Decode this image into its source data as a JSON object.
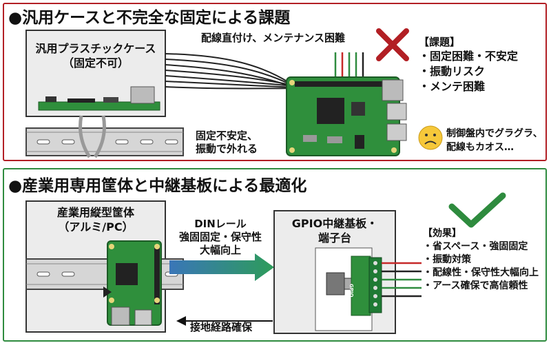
{
  "section1": {
    "title": "●汎用ケースと不完全な固定による課題",
    "case_label_1": "汎用プラスチックケース",
    "case_label_2": "（固定不可）",
    "wiring_note": "配線直付け、メンテナンス困難",
    "issues_header": "【課題】",
    "issues": [
      "・固定困難・不安定",
      "・振動リスク",
      "・メンテ困難"
    ],
    "unstable_1": "固定不安定、",
    "unstable_2": "振動で外れる",
    "comment_1": "制御盤内でグラグラ、",
    "comment_2": "配線もカオス…"
  },
  "section2": {
    "title": "●産業用専用筐体と中継基板による最適化",
    "enclosure_1": "産業用縦型筐体",
    "enclosure_2": "（アルミ/PC）",
    "arrow_1": "DINレール",
    "arrow_2": "強固固定・保守性",
    "arrow_3": "大幅向上",
    "board_1": "GPIO中継基板・",
    "board_2": "端子台",
    "effects_header": "【効果】",
    "effects": [
      "・省スペース・強固固定",
      "・振動対策",
      "・配線性・保守性大幅向上",
      "・アース確保で高信頼性"
    ],
    "ground": "接地経路確保",
    "gpio_text": "GPIO"
  },
  "colors": {
    "bad": "#b21f24",
    "good": "#2e8b3e",
    "pcb": "#2f8f3c",
    "arrow": "#2d9c5a"
  }
}
